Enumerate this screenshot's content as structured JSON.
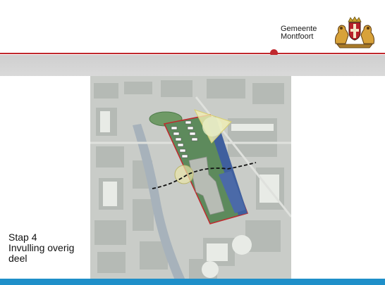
{
  "header": {
    "logo_line1": "Gemeente",
    "logo_line2": "Montfoort"
  },
  "caption": {
    "line1": "Stap 4",
    "line2": "Invulling overig",
    "line3": "deel"
  },
  "colors": {
    "accent_red": "#c0282d",
    "band_grey": "#d4d4d4",
    "bottom_blue": "#1f8fc9",
    "plan_green": "#5d8a5c",
    "plan_blue": "#3f5f9e"
  },
  "icons": {
    "crest": "coat-of-arms-icon"
  }
}
